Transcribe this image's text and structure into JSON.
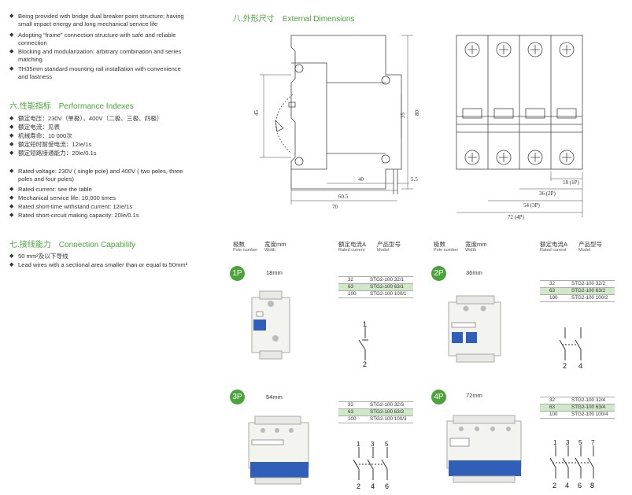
{
  "features": [
    "Being provided with bridge dual breaker point structure; having small impact energy and long mechanical service life",
    "Adopting “frame” connection structure with safe and reliable connection",
    "Blocking and modularization: arbitrary combination and series matching",
    "TH35mm standard mounting rail installation with convenience and fastness"
  ],
  "sec6": {
    "title_cn": "六.性能指标",
    "title_en": "Performance Indexes",
    "cn": [
      "额定电压：230V（单极），400V（二极、三极、四极）",
      "额定电流：见表",
      "机械寿命：10 000次",
      "额定短时耐受电流：12Ie/1s",
      "额定短路接通能力：20Ie/0.1s"
    ],
    "en": [
      "Rated voltage: 230V ( single pole) and 400V ( two poles, three poles and four poles)",
      "Rated current: see the table",
      "Mechanical service life: 10,000 times",
      "Rated short-time withstand current: 12Ie/1s",
      "Rated short-circuit making capacity: 20Ie/0.1s"
    ]
  },
  "sec7": {
    "title_cn": "七.接线能力",
    "title_en": "Connection Capability",
    "items": [
      "50 mm²及以下导线",
      "Lead wires with a sectional area smaller than or equal to 50mm²"
    ]
  },
  "sec8": {
    "title_cn": "八.外形尺寸",
    "title_en": "External Dimensions",
    "side_dims": [
      "45",
      "35",
      "80",
      "40",
      "5.5",
      "60.5",
      "70"
    ],
    "front_dims": [
      "18 (1P)",
      "36 (2P)",
      "54 (3P)",
      "72 (4P)"
    ]
  },
  "table_header": {
    "poles_cn": "极数",
    "poles_en": "Pole number",
    "width_cn": "宽度mm",
    "width_en": "Width",
    "current_cn": "额定电流A",
    "current_en": "Rated current",
    "model_cn": "产品型号",
    "model_en": "Model"
  },
  "products": [
    {
      "badge": "1P",
      "width": "18mm",
      "rows": [
        [
          "32",
          "STG2-100  32/1"
        ],
        [
          "63",
          "STG2-100  63/1"
        ],
        [
          "100",
          "STG2-100 100/1"
        ]
      ],
      "terminals_top": [
        "1"
      ],
      "terminals_bottom": [
        "2"
      ]
    },
    {
      "badge": "2P",
      "width": "36mm",
      "rows": [
        [
          "32",
          "STG2-100  32/2"
        ],
        [
          "63",
          "STG2-100  63/2"
        ],
        [
          "100",
          "STG2-100 100/2"
        ]
      ],
      "terminals_top": [],
      "terminals_bottom": [
        "2",
        "4"
      ]
    },
    {
      "badge": "3P",
      "width": "54mm",
      "rows": [
        [
          "32",
          "STG2-100  32/3"
        ],
        [
          "63",
          "STG2-100  63/3"
        ],
        [
          "100",
          "STG2-100 100/3"
        ]
      ],
      "terminals_top": [
        "1",
        "3",
        "5"
      ],
      "terminals_bottom": [
        "2",
        "4",
        "6"
      ]
    },
    {
      "badge": "4P",
      "width": "72mm",
      "rows": [
        [
          "32",
          "STG2-100  32/4"
        ],
        [
          "63",
          "STG2-100  63/4"
        ],
        [
          "100",
          "STG2-100 100/4"
        ]
      ],
      "terminals_top": [
        "1",
        "3",
        "5",
        "7"
      ],
      "terminals_bottom": [
        "2",
        "4",
        "6",
        "8"
      ]
    }
  ]
}
